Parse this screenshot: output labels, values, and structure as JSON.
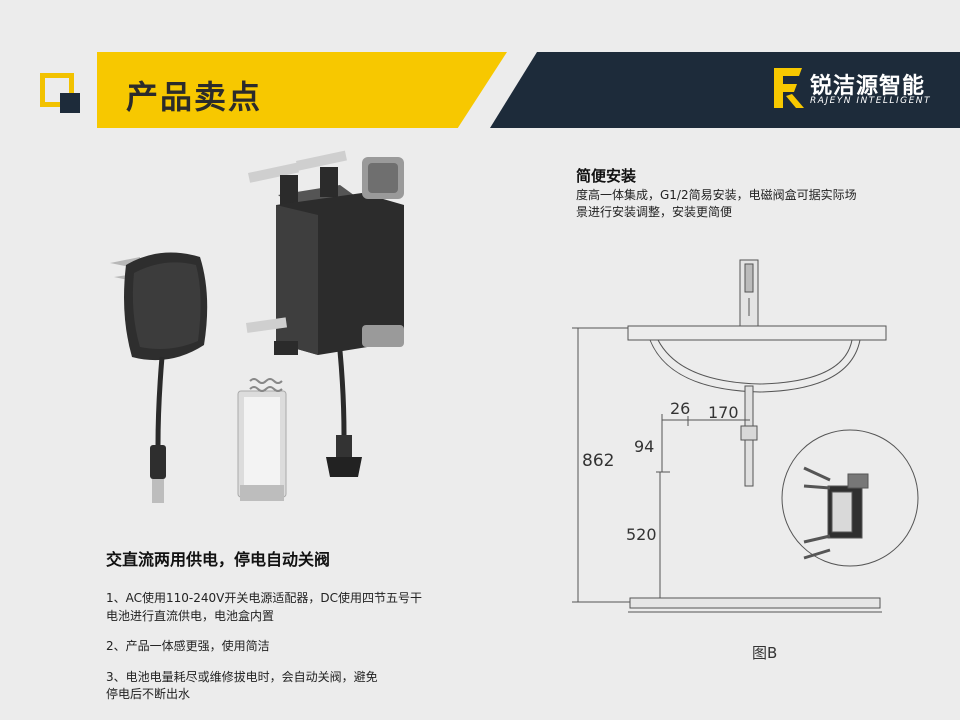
{
  "header": {
    "title": "产品卖点",
    "brand_cn": "锐洁源智能",
    "brand_en": "RAJEYN INTELLIGENT"
  },
  "install": {
    "heading": "简便安装",
    "desc_line1": "度高一体集成，G1/2简易安装，电磁阀盒可据实际场",
    "desc_line2": "景进行安装调整，安装更简便"
  },
  "power": {
    "heading": "交直流两用供电，停电自动关阀",
    "point1_line1": "1、AC使用110-240V开关电源适配器，DC使用四节五号干",
    "point1_line2": "电池进行直流供电，电池盒内置",
    "point2": "2、产品一体感更强，使用简洁",
    "point3_line1": "3、电池电量耗尽或维修拔电时，会自动关阀，避免",
    "point3_line2": "停电后不断出水"
  },
  "diagram": {
    "dim_total": "862",
    "dim_26": "26",
    "dim_170": "170",
    "dim_94": "94",
    "dim_520": "520",
    "caption": "图B"
  },
  "colors": {
    "yellow": "#f7c800",
    "navy": "#1d2b3a",
    "background": "#ececec"
  }
}
